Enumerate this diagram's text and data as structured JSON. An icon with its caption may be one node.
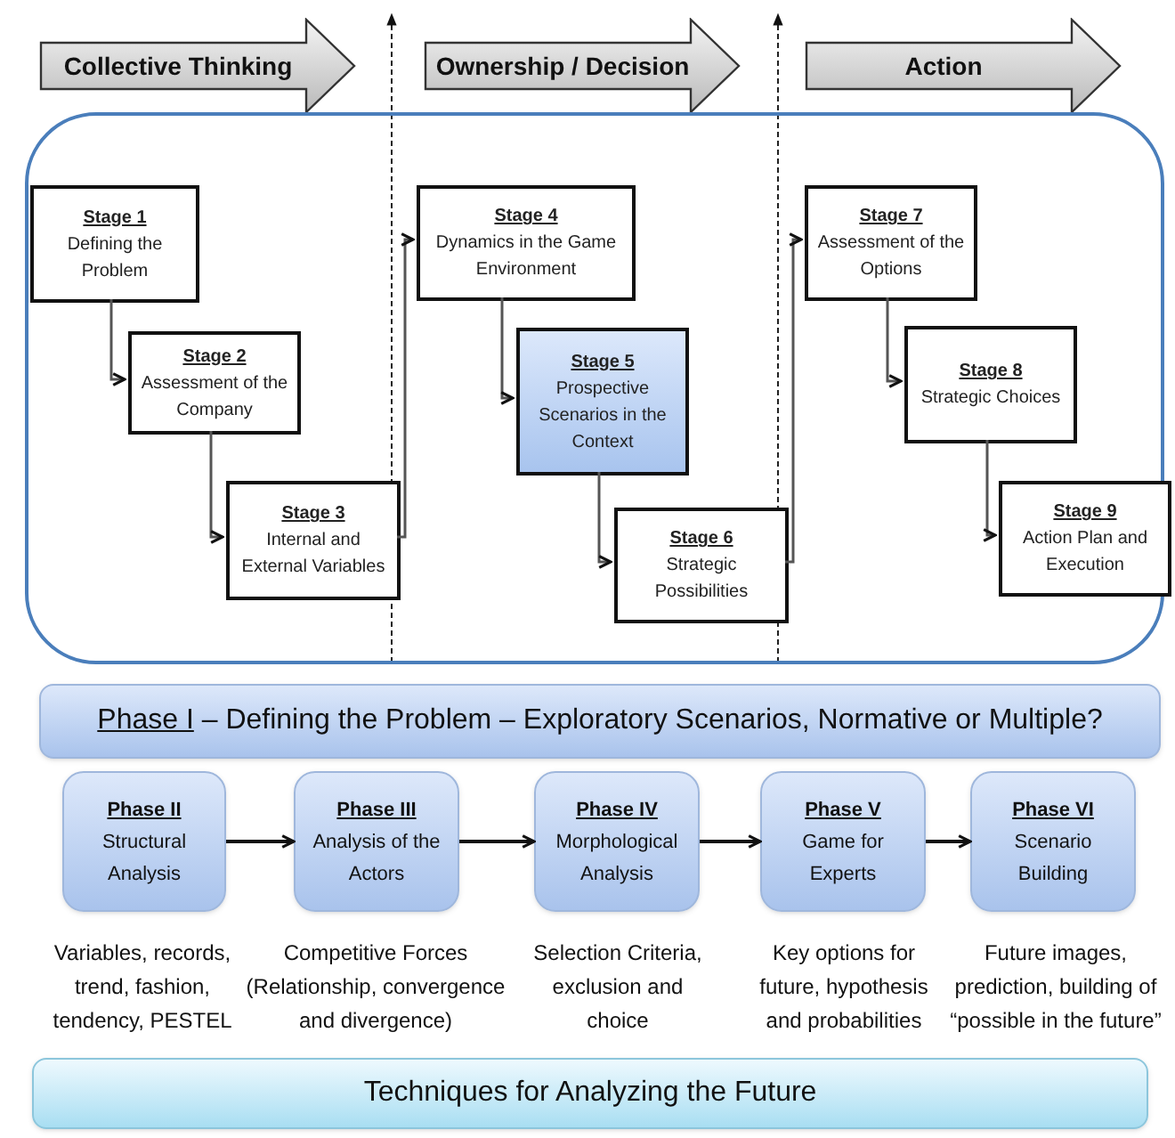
{
  "diagram": {
    "nodes": [
      {
        "text": [
          "Collective Thinking"
        ]
      },
      {
        "text": [
          "Ownership / Decision"
        ]
      },
      {
        "text": [
          "Action"
        ]
      },
      {
        "text": [],
        "shape": "box"
      },
      {
        "text": [
          "Stage 1",
          "Defining the Problem"
        ],
        "in": 3
      },
      {
        "text": [
          "Stage 2",
          "Assessment of the Company"
        ],
        "in": 3
      },
      {
        "text": [
          "Stage 3",
          "Internal and External Variables"
        ],
        "in": 3
      },
      {
        "text": [
          "Stage 4",
          "Dynamics in the Game Environment"
        ],
        "in": 3
      },
      {
        "text": [
          "Stage 5",
          "Prospective Scenarios in the Context"
        ],
        "in": 3
      },
      {
        "text": [
          "Stage 6",
          "Strategic Possibilities"
        ],
        "in": 3
      },
      {
        "text": [
          "Stage 7",
          "Assessment of the Options"
        ],
        "in": 3
      },
      {
        "text": [
          "Stage 8",
          "Strategic Choices"
        ],
        "in": 3
      },
      {
        "text": [
          "Stage 9",
          "Action Plan and Execution"
        ],
        "in": 3
      },
      {
        "text": [
          "Phase I",
          "– Defining the Problem – Exploratory Scenarios, Normative or Multiple?"
        ]
      },
      {
        "text": [
          "Phase II",
          "Structural Analysis"
        ],
        "beside": [
          "Variables, records, trend, fashion, tendency, PESTEL"
        ]
      },
      {
        "text": [
          "Phase III",
          "Analysis of the Actors"
        ],
        "beside": [
          "Competitive Forces (Relationship, convergence and divergence)"
        ]
      },
      {
        "text": [
          "Phase IV",
          "Morphological Analysis"
        ],
        "beside": [
          "Selection Criteria, exclusion and choice"
        ]
      },
      {
        "text": [
          "Phase V",
          "Game for Experts"
        ],
        "beside": [
          "Key options for future, hypothesis and probabilities"
        ]
      },
      {
        "text": [
          "Phase VI",
          "Scenario Building"
        ],
        "beside": [
          "Future images, prediction, building of “possible in the future”"
        ]
      },
      {
        "text": [
          "Techniques for Analyzing the Future"
        ]
      }
    ],
    "edges": [
      {
        "from": 4,
        "to": 5,
        "arrow": "to"
      },
      {
        "from": 5,
        "to": 6,
        "arrow": "to"
      },
      {
        "from": 6,
        "to": 7,
        "arrow": "to"
      },
      {
        "from": 7,
        "to": 8,
        "arrow": "to"
      },
      {
        "from": 8,
        "to": 9,
        "arrow": "to"
      },
      {
        "from": 9,
        "to": 10,
        "arrow": "to"
      },
      {
        "from": 10,
        "to": 11,
        "arrow": "to"
      },
      {
        "from": 11,
        "to": 12,
        "arrow": "to"
      },
      {
        "from": 14,
        "to": 15,
        "arrow": "to"
      },
      {
        "from": 15,
        "to": 16,
        "arrow": "to"
      },
      {
        "from": 16,
        "to": 17,
        "arrow": "to"
      },
      {
        "from": 17,
        "to": 18,
        "arrow": "to"
      }
    ]
  }
}
